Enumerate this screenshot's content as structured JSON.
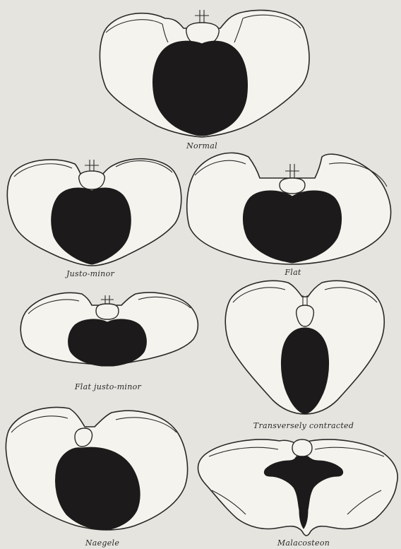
{
  "figures": [
    {
      "key": "normal",
      "label": "Normal"
    },
    {
      "key": "justo_minor",
      "label": "Justo-minor"
    },
    {
      "key": "flat",
      "label": "Flat"
    },
    {
      "key": "flat_justo_minor",
      "label": "Flat justo-minor"
    },
    {
      "key": "transversely_contracted",
      "label": "Transversely contracted"
    },
    {
      "key": "naegele",
      "label": "Naegele"
    },
    {
      "key": "malacosteon",
      "label": "Malacosteon"
    }
  ],
  "colors": {
    "inlet": "#1c1a1a",
    "bone": "#f5f3ee",
    "outline": "#2a2826",
    "paper": "#e6e4df"
  }
}
